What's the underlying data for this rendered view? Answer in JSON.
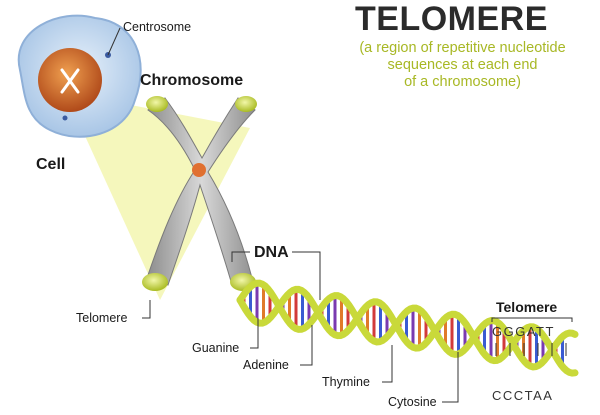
{
  "title": "TELOMERE",
  "subtitle": {
    "line1": "(a region of repetitive nucleotide",
    "line2": "sequences at each end",
    "line3": "of a chromosome)"
  },
  "labels": {
    "centrosome": "Centrosome",
    "chromosome": "Chromosome",
    "cell": "Cell",
    "dna": "DNA",
    "telomere_left": "Telomere",
    "guanine": "Guanine",
    "adenine": "Adenine",
    "thymine": "Thymine",
    "cytosine": "Cytosine",
    "telomere_right": "Telomere"
  },
  "sequence": {
    "top": "GGGATT",
    "bottom": "CCCTAA"
  },
  "colors": {
    "title": "#2b2b2b",
    "subtitle": "#a8b825",
    "telomere_cap": "#c9d93a",
    "base_pair_colors": [
      "#d23a3a",
      "#3a5bd2",
      "#7a3ab0",
      "#e07a2a"
    ]
  }
}
